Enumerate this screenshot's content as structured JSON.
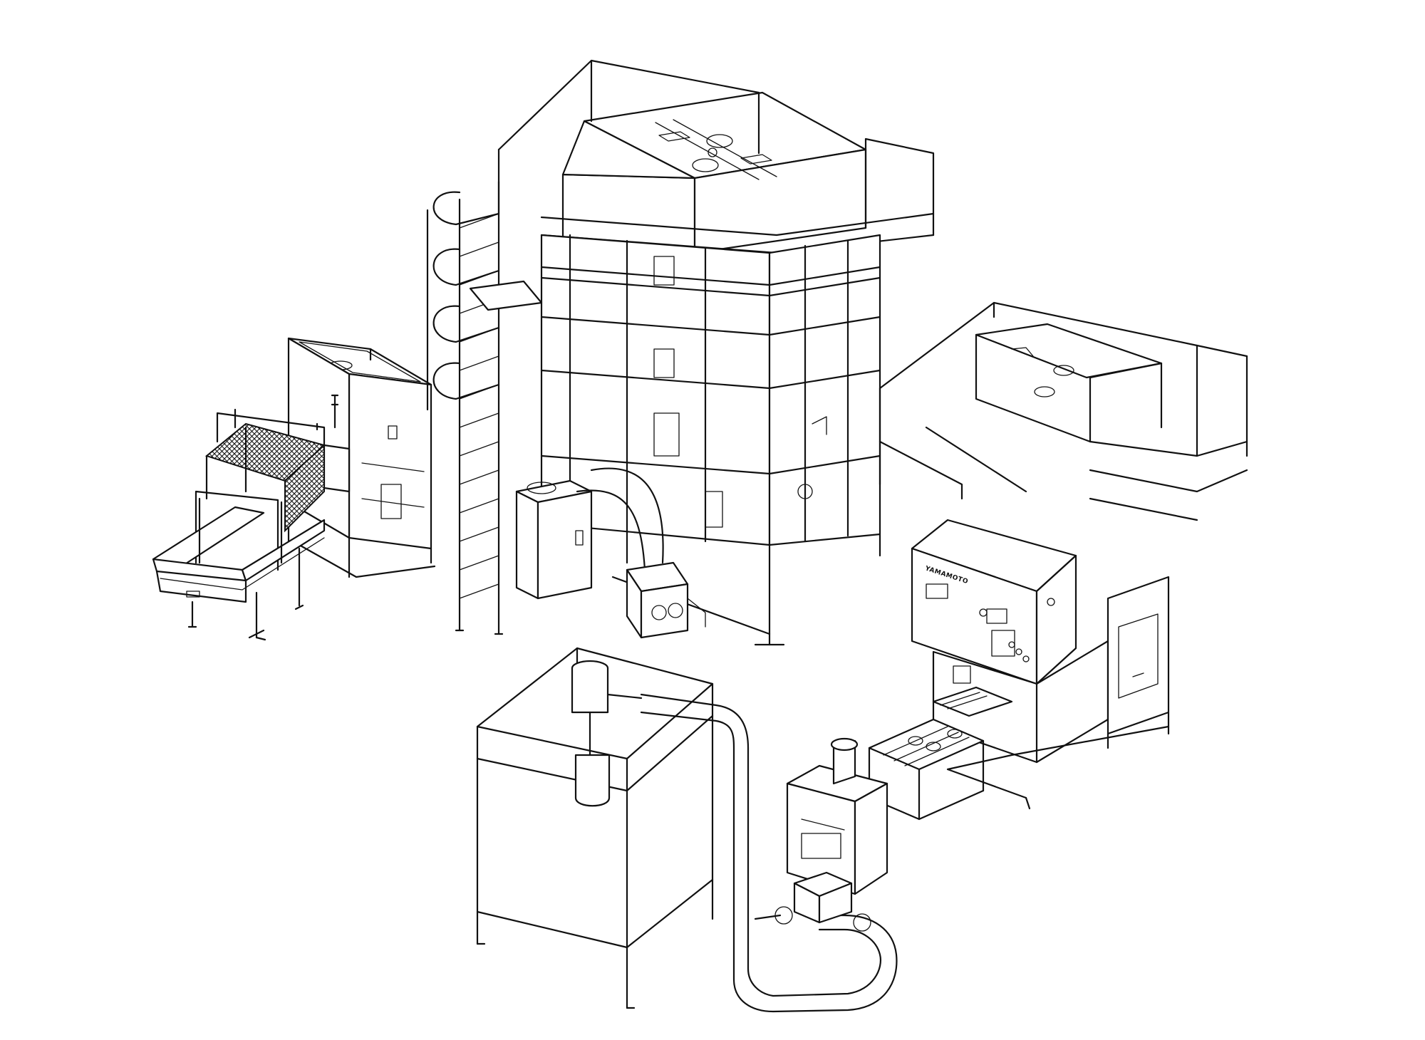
{
  "panel_labels": {
    "brand": "YAMAMOTO",
    "model_plate": ""
  },
  "colors": {
    "line": "#111111",
    "background": "#ffffff"
  },
  "components": [
    {
      "id": "belt-conveyor-feeder",
      "icon": "conveyor-icon"
    },
    {
      "id": "steel-tower-with-ladder",
      "icon": "tower-icon"
    },
    {
      "id": "platform-machine-unit",
      "icon": "machine-icon"
    },
    {
      "id": "bag-discharge-frame",
      "icon": "frame-icon"
    },
    {
      "id": "transfer-conveyor-line",
      "icon": "conveyor-icon"
    },
    {
      "id": "pneumatic-transfer-pipe",
      "icon": "pipe-icon"
    }
  ]
}
